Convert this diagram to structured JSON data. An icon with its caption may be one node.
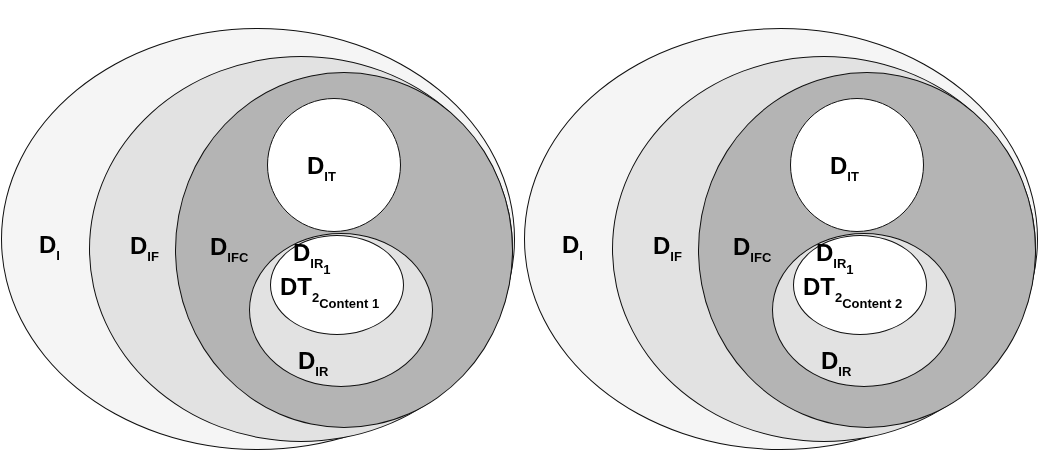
{
  "diagram": {
    "nodes": [
      {
        "text": [
          "D$_{I}$"
        ]
      },
      {
        "text": [
          "D$_{IF}$"
        ],
        "in": 0
      },
      {
        "text": [
          "D$_{IFC}$"
        ],
        "in": 1
      },
      {
        "text": [
          "D$_{IT}$"
        ],
        "in": 2
      },
      {
        "text": [
          "D$_{IR}$"
        ],
        "in": 2
      },
      {
        "text": [
          "D$_{IR}$$_{1}$",
          "DT$_{2}$$_{Content 1}$"
        ],
        "in": 4
      },
      {
        "text": [
          "D$_{I}$"
        ]
      },
      {
        "text": [
          "D$_{IF}$"
        ],
        "in": 6
      },
      {
        "text": [
          "D$_{IFC}$"
        ],
        "in": 7
      },
      {
        "text": [
          "D$_{IT}$"
        ],
        "in": 8
      },
      {
        "text": [
          "D$_{IR}$"
        ],
        "in": 8
      },
      {
        "text": [
          "D$_{IR}$$_{1}$",
          "DT$_{2}$$_{Content 2}$"
        ],
        "in": 10
      }
    ]
  }
}
